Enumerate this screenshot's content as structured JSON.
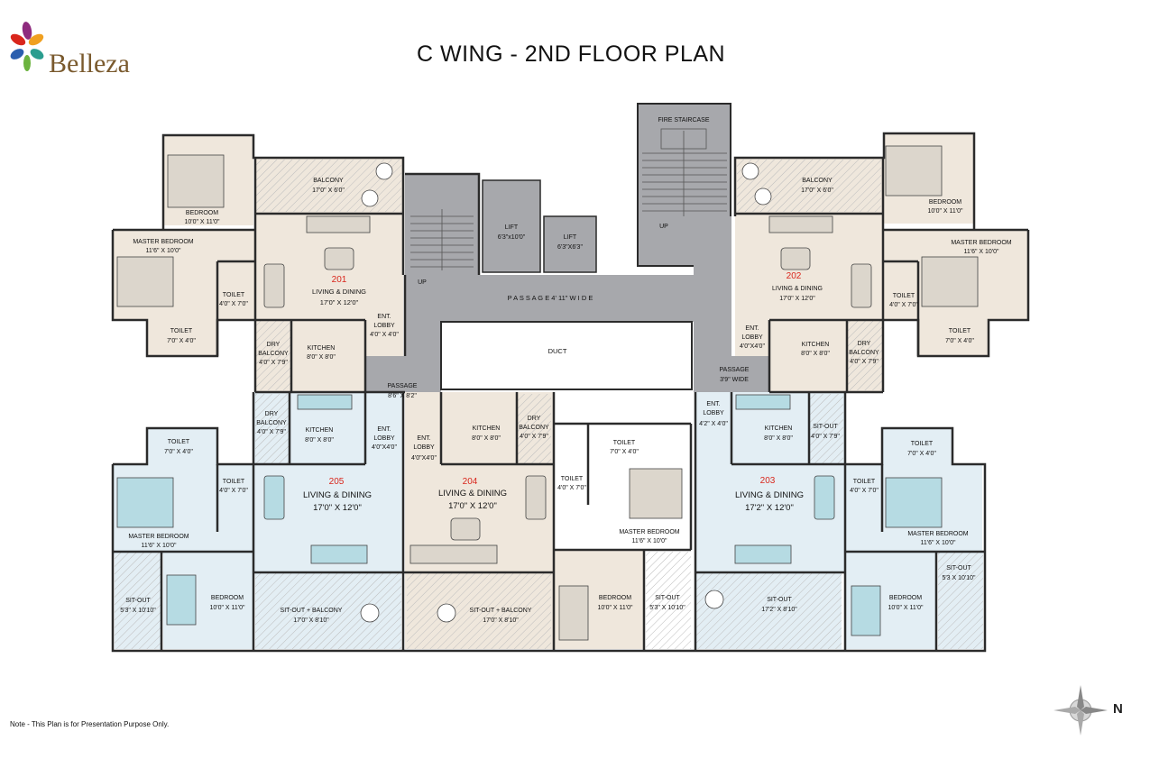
{
  "brand": {
    "name": "Belleza",
    "petal_colors": [
      "#8e2b7e",
      "#d9261c",
      "#f0a020",
      "#2a9d8f",
      "#6cb33f",
      "#2b5fae"
    ]
  },
  "title": "C WING - 2ND FLOOR PLAN",
  "note": "Note - This Plan is for Presentation Purpose Only.",
  "north": "N",
  "colors": {
    "beige": "#efe7dc",
    "blue": "#e3eef4",
    "grey": "#a7a8ac",
    "wall": "#2b2b2b",
    "unit_no": "#d9261c"
  },
  "core": {
    "fire_staircase": "FIRE STAIRCASE",
    "up_left": "UP",
    "up_right": "UP",
    "lift1": [
      "LIFT",
      "6'3\"x10'0\""
    ],
    "lift2": [
      "LIFT",
      "6'3\"X6'3\""
    ],
    "passage_main": "P A S S A G E 4' 11\" W I D E",
    "duct": "DUCT",
    "passage_left": [
      "PASSAGE",
      "8'6\" X 8'2\""
    ],
    "passage_right": [
      "PASSAGE",
      "3'9\" WIDE"
    ]
  },
  "units": {
    "u201": {
      "no": "201",
      "balcony": [
        "BALCONY",
        "17'0\" X 6'0\""
      ],
      "bedroom": [
        "BEDROOM",
        "10'0\" X 11'0\""
      ],
      "master": [
        "MASTER BEDROOM",
        "11'6\" X 10'0\""
      ],
      "toilet1": [
        "TOILET",
        "4'0\" X 7'0\""
      ],
      "toilet2": [
        "TOILET",
        "7'0\" X 4'0\""
      ],
      "living": [
        "LIVING & DINING",
        "17'0\" X 12'0\""
      ],
      "lobby": [
        "ENT.",
        "LOBBY",
        "4'0\" X 4'0\""
      ],
      "kitchen": [
        "KITCHEN",
        "8'0\" X 8'0\""
      ],
      "dry": [
        "DRY",
        "BALCONY",
        "4'0\" X 7'9\""
      ]
    },
    "u202": {
      "no": "202",
      "balcony": [
        "BALCONY",
        "17'0\" X 6'0\""
      ],
      "bedroom": [
        "BEDROOM",
        "10'0\" X 11'0\""
      ],
      "master": [
        "MASTER BEDROOM",
        "11'6\" X 10'0\""
      ],
      "toilet1": [
        "TOILET",
        "4'0\" X 7'0\""
      ],
      "toilet2": [
        "TOILET",
        "7'0\" X 4'0\""
      ],
      "living": [
        "LIVING & DINING",
        "17'0\" X 12'0\""
      ],
      "lobby": [
        "ENT.",
        "LOBBY",
        "4'0\"X4'0\""
      ],
      "kitchen": [
        "KITCHEN",
        "8'0\" X 8'0\""
      ],
      "dry": [
        "DRY",
        "BALCONY",
        "4'0\" X 7'9\""
      ]
    },
    "u205": {
      "no": "205",
      "dry": [
        "DRY",
        "BALCONY",
        "4'0\" X 7'9\""
      ],
      "kitchen": [
        "KITCHEN",
        "8'0\" X 8'0\""
      ],
      "toilet2": [
        "TOILET",
        "7'0\" X 4'0\""
      ],
      "lobby": [
        "ENT.",
        "LOBBY",
        "4'0\"X4'0\""
      ],
      "toilet1": [
        "TOILET",
        "4'0\" X 7'0\""
      ],
      "living": [
        "LIVING & DINING",
        "17'0\"  X  12'0\""
      ],
      "master": [
        "MASTER BEDROOM",
        "11'6\" X 10'0\""
      ],
      "sitout": [
        "SIT-OUT",
        "5'3\" X 10'10\""
      ],
      "bedroom": [
        "BEDROOM",
        "10'0\" X 11'0\""
      ],
      "sitout_balcony": [
        "SIT-OUT + BALCONY",
        "17'0\" X 8'10\""
      ]
    },
    "u204": {
      "no": "204",
      "lobby": [
        "ENT.",
        "LOBBY",
        "4'0\"X4'0\""
      ],
      "kitchen": [
        "KITCHEN",
        "8'0\" X 8'0\""
      ],
      "dry": [
        "DRY",
        "BALCONY",
        "4'0\" X 7'9\""
      ],
      "toilet2": [
        "TOILET",
        "7'0\" X 4'0\""
      ],
      "toilet1": [
        "TOILET",
        "4'0\" X 7'0\""
      ],
      "living": [
        "LIVING & DINING",
        "17'0\"  X  12'0\""
      ],
      "master": [
        "MASTER BEDROOM",
        "11'6\" X 10'0\""
      ],
      "sitout_balcony": [
        "SIT-OUT + BALCONY",
        "17'0\" X 8'10\""
      ],
      "bedroom": [
        "BEDROOM",
        "10'0\" X 11'0\""
      ],
      "sitout": [
        "SIT-OUT",
        "5'3\" X 10'10\""
      ]
    },
    "u203": {
      "no": "203",
      "lobby": [
        "ENT.",
        "LOBBY",
        "4'2\" X 4'0\""
      ],
      "kitchen": [
        "KITCHEN",
        "8'0\" X 8'0\""
      ],
      "sitout_small": [
        "SIT-OUT",
        "4'0\" X 7'9\""
      ],
      "toilet2": [
        "TOILET",
        "7'0\" X 4'0\""
      ],
      "toilet1": [
        "TOILET",
        "4'0\" X 7'0\""
      ],
      "living": [
        "LIVING & DINING",
        "17'2\"  X  12'0\""
      ],
      "master": [
        "MASTER BEDROOM",
        "11'6\" X 10'0\""
      ],
      "sitout": [
        "SIT-OUT",
        "17'2\" X 8'10\""
      ],
      "bedroom": [
        "BEDROOM",
        "10'0\" X 11'0\""
      ],
      "sitout2": [
        "SIT-OUT",
        "5'3 X 10'10\""
      ]
    }
  }
}
